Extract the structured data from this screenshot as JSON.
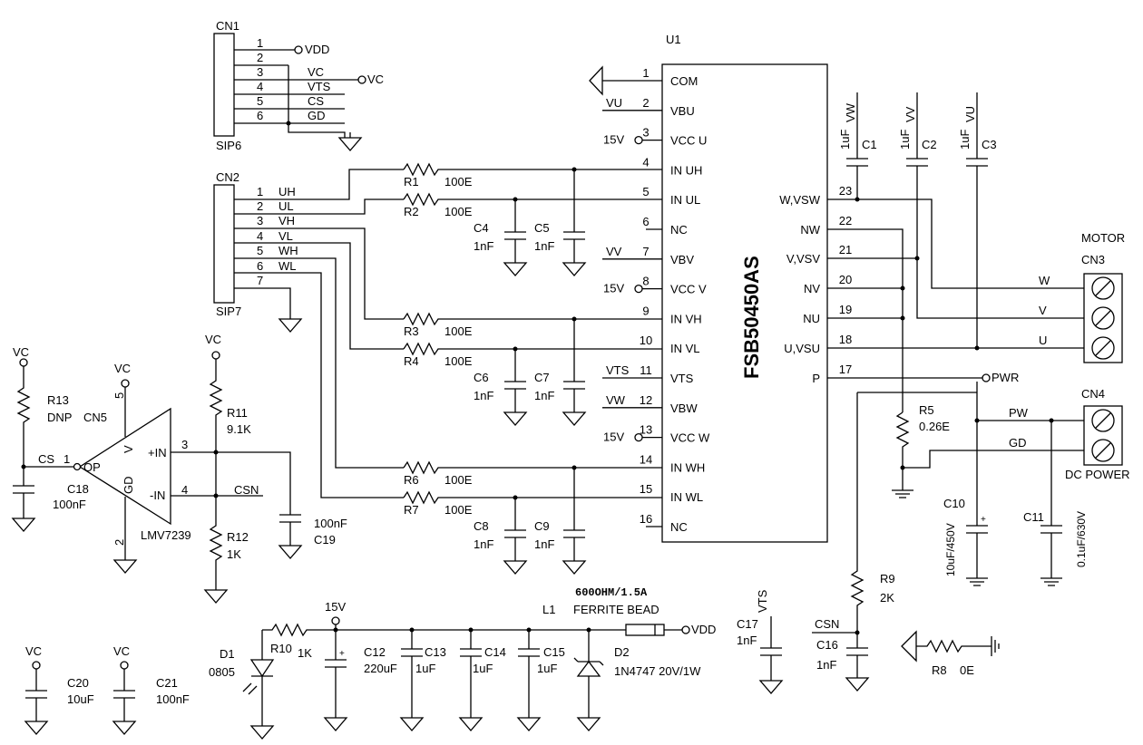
{
  "u1": {
    "ref": "U1",
    "part": "FSB50450AS",
    "left_pins": [
      {
        "num": "1",
        "name": "COM",
        "net": ""
      },
      {
        "num": "2",
        "name": "VBU",
        "net": "VU"
      },
      {
        "num": "3",
        "name": "VCC U",
        "net": "15V"
      },
      {
        "num": "4",
        "name": "IN UH",
        "net": ""
      },
      {
        "num": "5",
        "name": "IN UL",
        "net": ""
      },
      {
        "num": "6",
        "name": "NC",
        "net": ""
      },
      {
        "num": "7",
        "name": "VBV",
        "net": "VV"
      },
      {
        "num": "8",
        "name": "VCC V",
        "net": "15V"
      },
      {
        "num": "9",
        "name": "IN VH",
        "net": ""
      },
      {
        "num": "10",
        "name": "IN VL",
        "net": ""
      },
      {
        "num": "11",
        "name": "VTS",
        "net": "VTS"
      },
      {
        "num": "12",
        "name": "VBW",
        "net": "VW"
      },
      {
        "num": "13",
        "name": "VCC W",
        "net": "15V"
      },
      {
        "num": "14",
        "name": "IN WH",
        "net": ""
      },
      {
        "num": "15",
        "name": "IN WL",
        "net": ""
      },
      {
        "num": "16",
        "name": "NC",
        "net": ""
      }
    ],
    "right_pins": [
      {
        "num": "23",
        "name": "W,VSW"
      },
      {
        "num": "22",
        "name": "NW"
      },
      {
        "num": "21",
        "name": "V,VSV"
      },
      {
        "num": "20",
        "name": "NV"
      },
      {
        "num": "19",
        "name": "NU"
      },
      {
        "num": "18",
        "name": "U,VSU"
      },
      {
        "num": "17",
        "name": "P"
      }
    ]
  },
  "cn1": {
    "ref": "CN1",
    "type": "SIP6",
    "pins": [
      "1",
      "2",
      "3",
      "4",
      "5",
      "6"
    ],
    "nets": [
      "VDD",
      "VC",
      "VTS",
      "CS",
      "GD"
    ],
    "vc_flag": "VC"
  },
  "cn2": {
    "ref": "CN2",
    "type": "SIP7",
    "pins": [
      "1",
      "2",
      "3",
      "4",
      "5",
      "6",
      "7"
    ],
    "nets": [
      "UH",
      "UL",
      "VH",
      "VL",
      "WH",
      "WL"
    ]
  },
  "resistors_in": [
    {
      "ref": "R1",
      "value": "100E"
    },
    {
      "ref": "R2",
      "value": "100E"
    },
    {
      "ref": "R3",
      "value": "100E"
    },
    {
      "ref": "R4",
      "value": "100E"
    },
    {
      "ref": "R6",
      "value": "100E"
    },
    {
      "ref": "R7",
      "value": "100E"
    }
  ],
  "filter_caps": [
    {
      "ref": "C4",
      "value": "1nF"
    },
    {
      "ref": "C5",
      "value": "1nF"
    },
    {
      "ref": "C6",
      "value": "1nF"
    },
    {
      "ref": "C7",
      "value": "1nF"
    },
    {
      "ref": "C8",
      "value": "1nF"
    },
    {
      "ref": "C9",
      "value": "1nF"
    }
  ],
  "bootstrap_caps": [
    {
      "ref": "C1",
      "value": "1uF",
      "net": "VW"
    },
    {
      "ref": "C2",
      "value": "1uF",
      "net": "VV"
    },
    {
      "ref": "C3",
      "value": "1uF",
      "net": "VU"
    }
  ],
  "motor": {
    "title": "MOTOR",
    "ref": "CN3",
    "nets": [
      "W",
      "V",
      "U"
    ]
  },
  "dc_power": {
    "ref": "CN4",
    "label": "DC POWER",
    "nets": [
      "PW",
      "GD"
    ],
    "pwr_flag": "PWR"
  },
  "r5": {
    "ref": "R5",
    "value": "0.26E"
  },
  "c10": {
    "ref": "C10",
    "value": "10uF/450V"
  },
  "c11": {
    "ref": "C11",
    "value": "0.1uF/630V"
  },
  "r9": {
    "ref": "R9",
    "value": "2K"
  },
  "c16": {
    "ref": "C16",
    "value": "1nF",
    "net": "CSN"
  },
  "c17": {
    "ref": "C17",
    "value": "1nF",
    "net": "VTS"
  },
  "r8": {
    "ref": "R8",
    "value": "0E"
  },
  "opamp": {
    "ref": "CN5",
    "part": "LMV7239",
    "out_label": "OP",
    "pin_out": "1",
    "out_net": "CS",
    "pin_p": "3",
    "in_p": "+IN",
    "pin_n": "4",
    "in_n": "-IN",
    "in_n_net": "CSN",
    "pin_v": "5",
    "pin_gd": "2",
    "v_label": "V",
    "gd_label": "GD",
    "vc": "VC"
  },
  "r13": {
    "ref": "R13",
    "value": "DNP",
    "vc": "VC"
  },
  "c18": {
    "ref": "C18",
    "value": "100nF"
  },
  "r11": {
    "ref": "R11",
    "value": "9.1K",
    "vc": "VC"
  },
  "r12": {
    "ref": "R12",
    "value": "1K"
  },
  "c19": {
    "ref": "C19",
    "value": "100nF"
  },
  "c20": {
    "ref": "C20",
    "value": "10uF",
    "vc": "VC"
  },
  "c21": {
    "ref": "C21",
    "value": "100nF",
    "vc": "VC"
  },
  "d1": {
    "ref": "D1",
    "value": "0805"
  },
  "r10": {
    "ref": "R10",
    "value": "1K"
  },
  "rail_15v": "15V",
  "c12": {
    "ref": "C12",
    "value": "220uF"
  },
  "c13": {
    "ref": "C13",
    "value": "1uF"
  },
  "c14": {
    "ref": "C14",
    "value": "1uF"
  },
  "c15": {
    "ref": "C15",
    "value": "1uF"
  },
  "l1": {
    "ref": "L1",
    "value": "600OHM/1.5A",
    "desc": "FERRITE BEAD",
    "net": "VDD"
  },
  "d2": {
    "ref": "D2",
    "value": "1N4747 20V/1W"
  }
}
